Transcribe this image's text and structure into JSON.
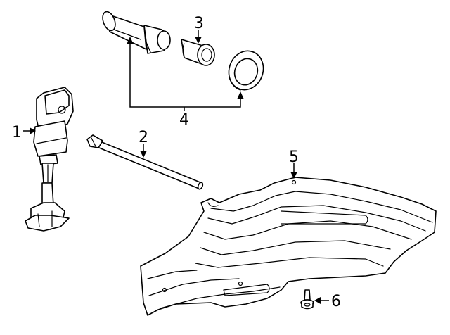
{
  "diagram": {
    "callouts": [
      {
        "id": "callout-1",
        "label": "1",
        "part": "spare-tire-jack"
      },
      {
        "id": "callout-2",
        "label": "2",
        "part": "jack-handle-rod"
      },
      {
        "id": "callout-3",
        "label": "3",
        "part": "plug-bushing"
      },
      {
        "id": "callout-4",
        "label": "4",
        "part": "plugs-group"
      },
      {
        "id": "callout-5",
        "label": "5",
        "part": "spare-tire-tub-panel"
      },
      {
        "id": "callout-6",
        "label": "6",
        "part": "flange-bolt"
      }
    ]
  }
}
